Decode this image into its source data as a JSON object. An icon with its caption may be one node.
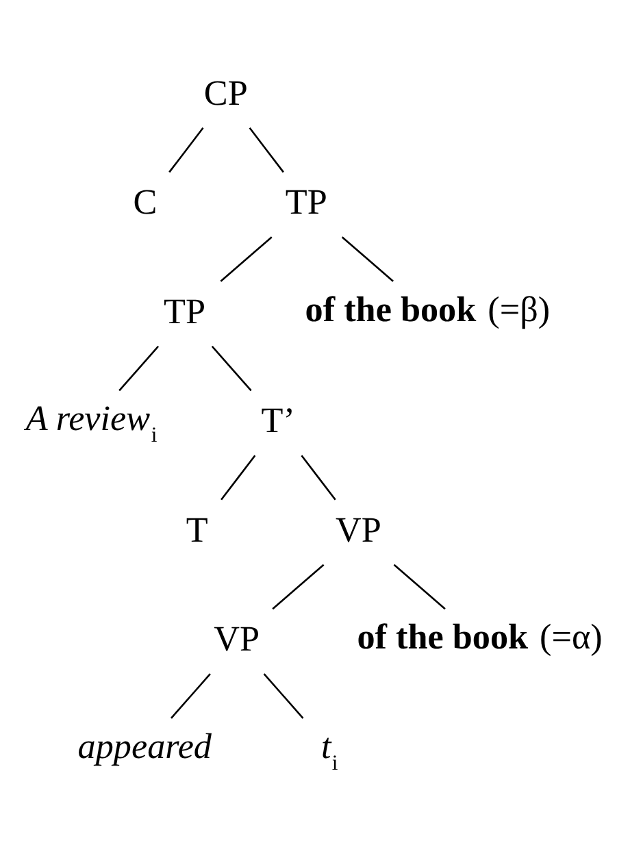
{
  "diagram": {
    "nodes": [
      {
        "text": [
          "CP"
        ]
      },
      {
        "text": [
          "C"
        ]
      },
      {
        "text": [
          "TP"
        ]
      },
      {
        "text": [
          "TP"
        ]
      },
      {
        "text": [
          "**of the book** (=β)"
        ]
      },
      {
        "text": [
          "*A review*$_{i}$"
        ]
      },
      {
        "text": [
          "T’"
        ]
      },
      {
        "text": [
          "T"
        ]
      },
      {
        "text": [
          "VP"
        ]
      },
      {
        "text": [
          "VP"
        ]
      },
      {
        "text": [
          "**of the book** (=α)"
        ]
      },
      {
        "text": [
          "*appeared*"
        ]
      },
      {
        "text": [
          "*t*$_{i}$"
        ]
      }
    ],
    "edges": [
      {
        "from": 0,
        "to": 1,
        "arrow": "none"
      },
      {
        "from": 0,
        "to": 2,
        "arrow": "none"
      },
      {
        "from": 2,
        "to": 3,
        "arrow": "none"
      },
      {
        "from": 2,
        "to": 4,
        "arrow": "none"
      },
      {
        "from": 3,
        "to": 5,
        "arrow": "none"
      },
      {
        "from": 3,
        "to": 6,
        "arrow": "none"
      },
      {
        "from": 6,
        "to": 7,
        "arrow": "none"
      },
      {
        "from": 6,
        "to": 8,
        "arrow": "none"
      },
      {
        "from": 8,
        "to": 9,
        "arrow": "none"
      },
      {
        "from": 8,
        "to": 10,
        "arrow": "none"
      },
      {
        "from": 9,
        "to": 11,
        "arrow": "none"
      },
      {
        "from": 9,
        "to": 12,
        "arrow": "none"
      }
    ]
  }
}
